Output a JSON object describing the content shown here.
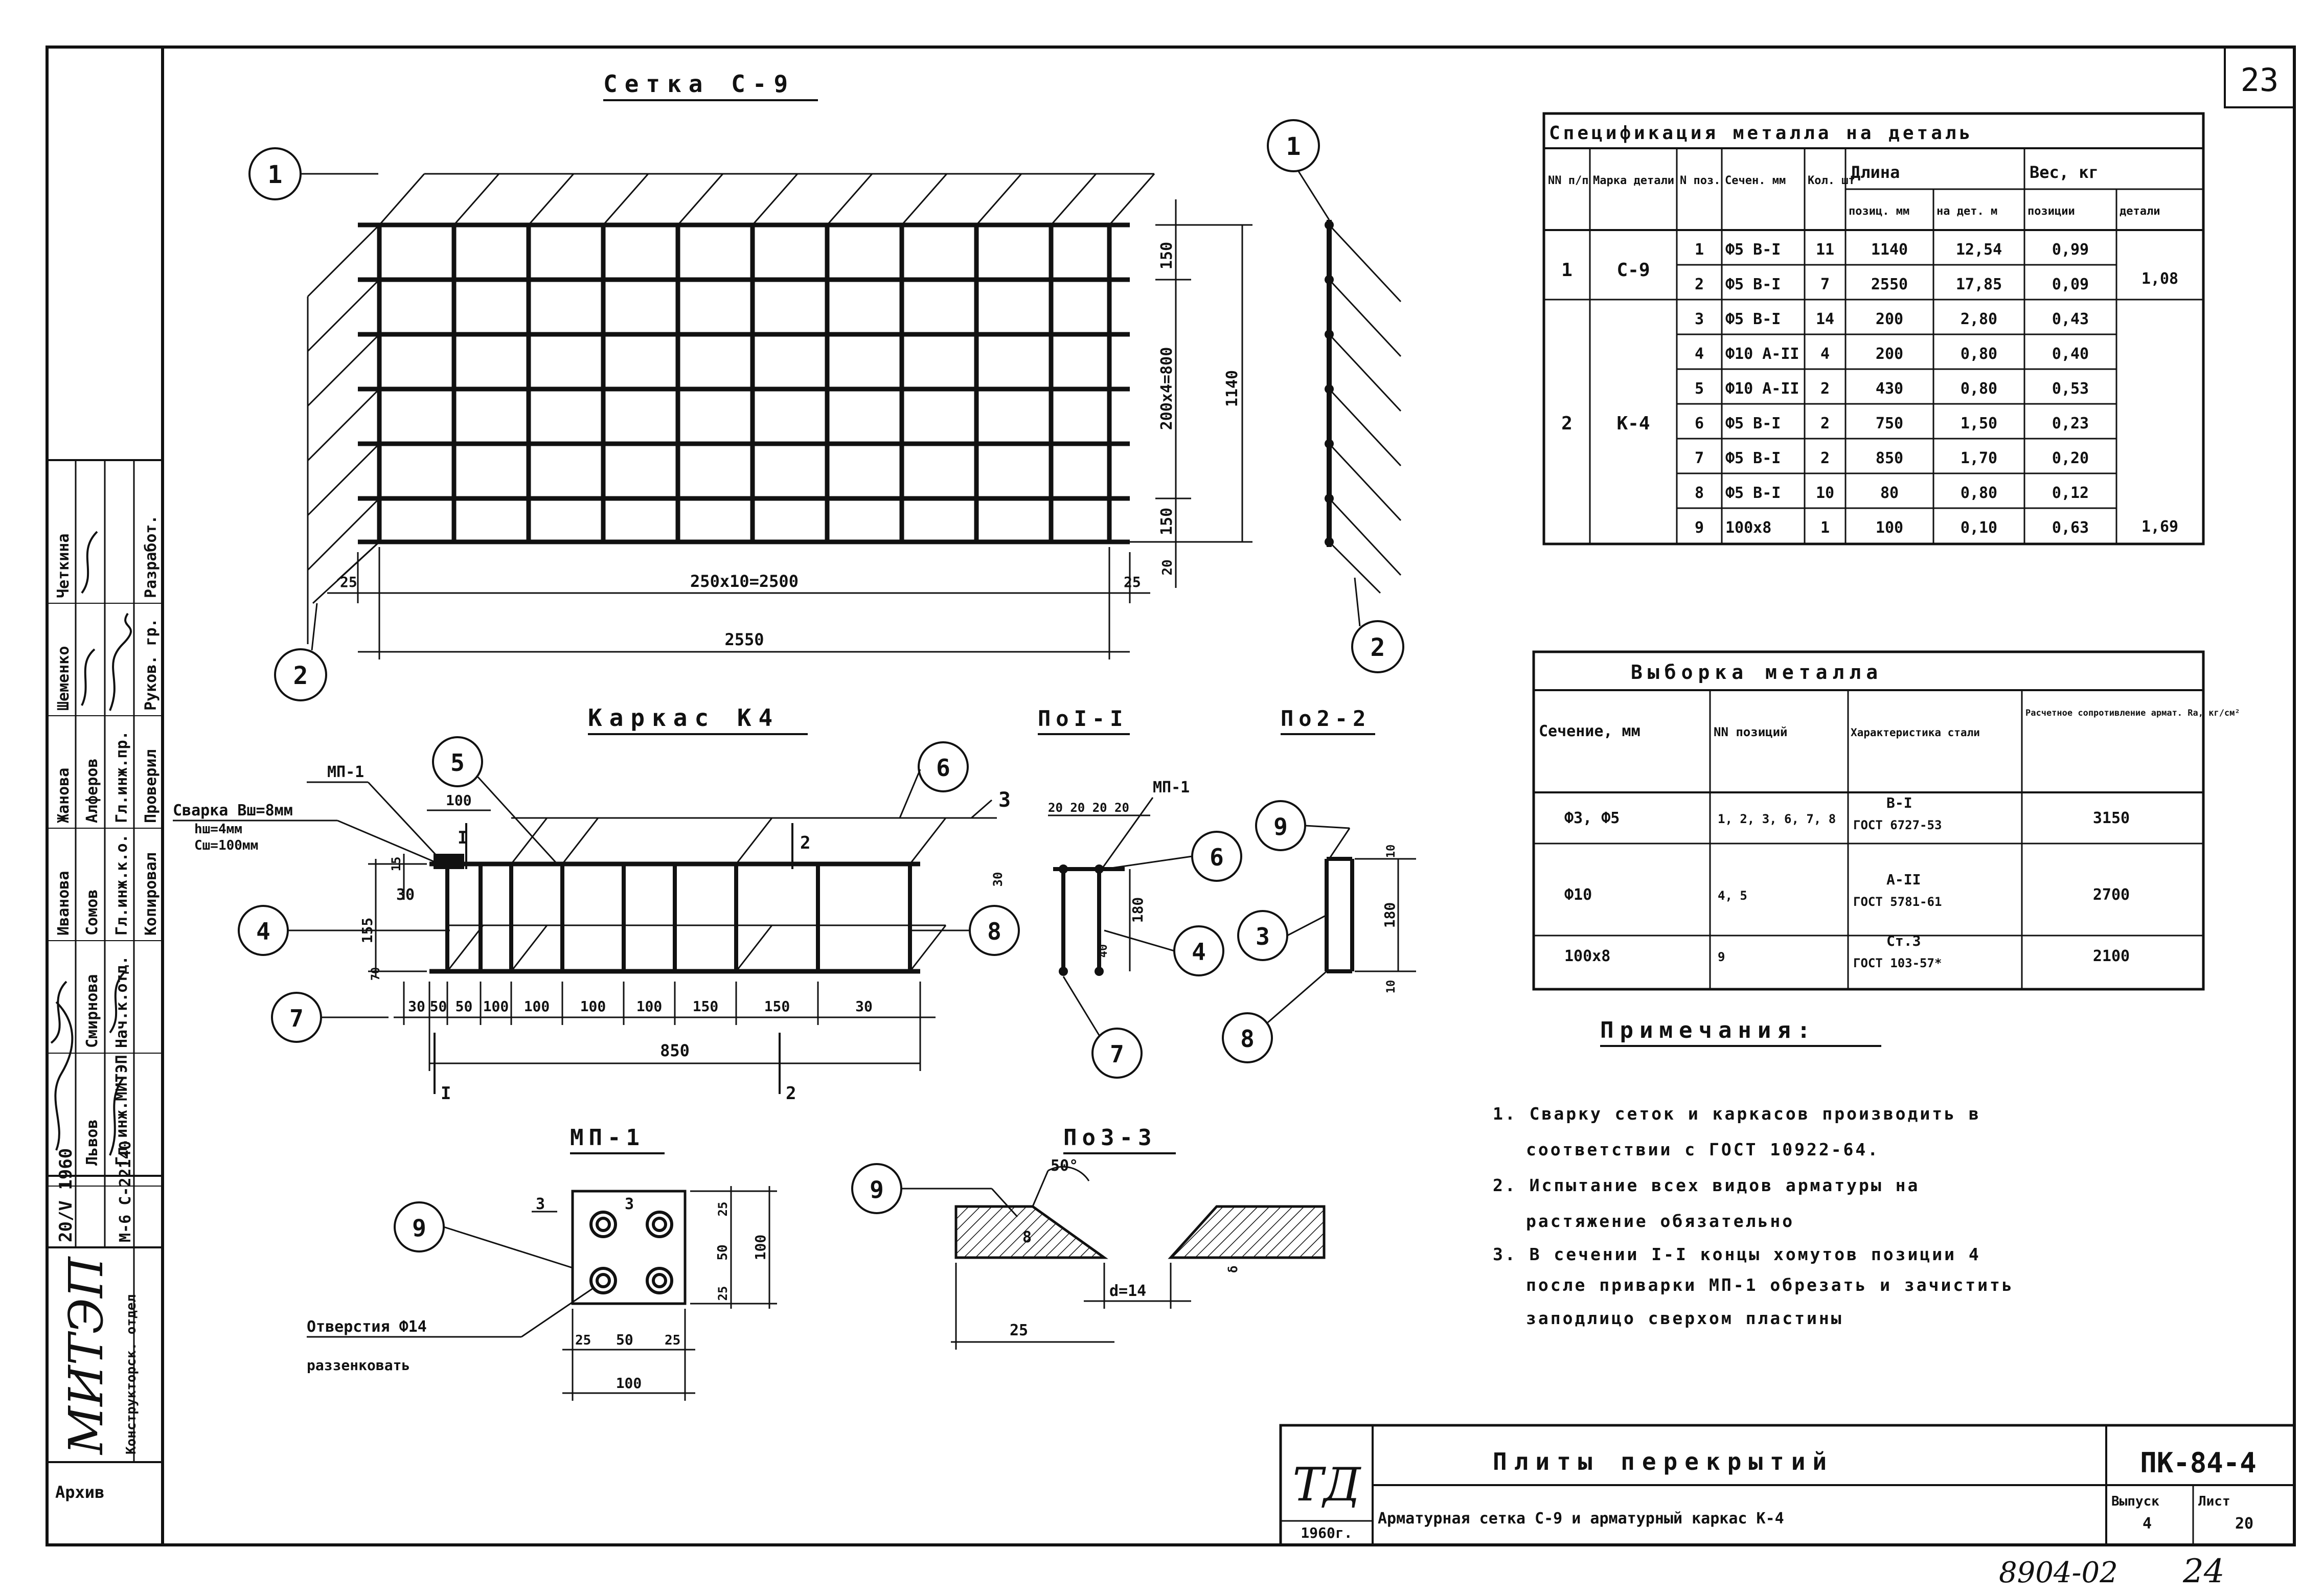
{
  "sheet_number": "23",
  "footer_code": "8904-02",
  "footer_page": "24",
  "titles": {
    "mesh": "Сетка С-9",
    "frame": "Каркас К4",
    "sec1": "ПоI-I",
    "sec2": "По2-2",
    "plate": "МП-1",
    "sec3": "По3-3",
    "notes": "Примечания:"
  },
  "callouts": [
    "1",
    "2",
    "3",
    "4",
    "5",
    "6",
    "7",
    "8",
    "9"
  ],
  "mesh_dims": {
    "top": "150",
    "vertical": "200x4=800",
    "height": "1140",
    "bottom": "150",
    "bottom_small": "20",
    "span": "250x10=2500",
    "total": "2550",
    "end_left": "25",
    "end_right": "25"
  },
  "frame_dims": {
    "plate_label": "МП-1",
    "weld_1": "Сварка Вш=8мм",
    "weld_2": "hш=4мм",
    "weld_3": "Сш=100мм",
    "top_dims": "100",
    "h_total": "155",
    "h_1": "15",
    "h_2": "30",
    "h_3": "70",
    "segments": [
      "30",
      "50",
      "50",
      "100",
      "100",
      "100",
      "100",
      "150",
      "150",
      "30"
    ],
    "total": "850",
    "cut": "I",
    "cut2": "2"
  },
  "sec1_dims": {
    "top": "20 20 20 20",
    "plate": "МП-1",
    "h": "180",
    "sides": "40",
    "left": "30"
  },
  "sec2_dims": {
    "h": "180",
    "t1": "10",
    "t2": "10"
  },
  "plate_dims": {
    "holes_note": "3",
    "sizes": [
      "25",
      "50",
      "25"
    ],
    "total": "100",
    "v": [
      "25",
      "50",
      "25"
    ],
    "vtotal": "100",
    "hole_text_1": "Отверстия Ф14",
    "hole_text_2": "раззенковать"
  },
  "sec3_dims": {
    "angle": "50°",
    "t": "8",
    "d": "d=14",
    "len": "25",
    "t2": "δ"
  },
  "spec_table": {
    "title": "Спецификация металла на деталь",
    "headers": {
      "nn": "NN п/п",
      "mark": "Марка детали",
      "pos": "N поз.",
      "section": "Сечен. мм",
      "qty": "Кол. шт",
      "length": "Длина",
      "length_pos": "позиц. мм",
      "length_det": "на дет. м",
      "weight": "Вес, кг",
      "weight_pos": "позиции",
      "weight_det": "детали"
    },
    "rows": [
      {
        "nn": "1",
        "mark": "С-9",
        "pos": "1",
        "section": "Ф5 В-I",
        "qty": "11",
        "lpos": "1140",
        "ldet": "12,54",
        "wpos": "0,99",
        "wdet": ""
      },
      {
        "nn": "",
        "mark": "",
        "pos": "2",
        "section": "Ф5 В-I",
        "qty": "7",
        "lpos": "2550",
        "ldet": "17,85",
        "wpos": "0,09",
        "wdet": "1,08"
      },
      {
        "nn": "",
        "mark": "",
        "pos": "3",
        "section": "Ф5 В-I",
        "qty": "14",
        "lpos": "200",
        "ldet": "2,80",
        "wpos": "0,43",
        "wdet": ""
      },
      {
        "nn": "",
        "mark": "",
        "pos": "4",
        "section": "Ф10 А-II",
        "qty": "4",
        "lpos": "200",
        "ldet": "0,80",
        "wpos": "0,40",
        "wdet": ""
      },
      {
        "nn": "",
        "mark": "",
        "pos": "5",
        "section": "Ф10 А-II",
        "qty": "2",
        "lpos": "430",
        "ldet": "0,80",
        "wpos": "0,53",
        "wdet": ""
      },
      {
        "nn": "2",
        "mark": "К-4",
        "pos": "6",
        "section": "Ф5 В-I",
        "qty": "2",
        "lpos": "750",
        "ldet": "1,50",
        "wpos": "0,23",
        "wdet": ""
      },
      {
        "nn": "",
        "mark": "",
        "pos": "7",
        "section": "Ф5 В-I",
        "qty": "2",
        "lpos": "850",
        "ldet": "1,70",
        "wpos": "0,20",
        "wdet": ""
      },
      {
        "nn": "",
        "mark": "",
        "pos": "8",
        "section": "Ф5 В-I",
        "qty": "10",
        "lpos": "80",
        "ldet": "0,80",
        "wpos": "0,12",
        "wdet": ""
      },
      {
        "nn": "",
        "mark": "",
        "pos": "9",
        "section": "100х8",
        "qty": "1",
        "lpos": "100",
        "ldet": "0,10",
        "wpos": "0,63",
        "wdet": "1,69"
      }
    ]
  },
  "selection_table": {
    "title": "Выборка металла",
    "headers": {
      "section": "Сечение, мм",
      "positions": "NN позиций",
      "char": "Характеристика стали",
      "resist": "Расчетное сопротивление армат. Ra, кг/см²"
    },
    "rows": [
      {
        "section": "Ф3, Ф5",
        "positions": "1, 2, 3, 6, 7, 8",
        "char_1": "В-I",
        "char_2": "ГОСТ 6727-53",
        "resist": "3150"
      },
      {
        "section": "Ф10",
        "positions": "4, 5",
        "char_1": "А-II",
        "char_2": "ГОСТ 5781-61",
        "resist": "2700"
      },
      {
        "section": "100х8",
        "positions": "9",
        "char_1": "Ст.3",
        "char_2": "ГОСТ 103-57*",
        "resist": "2100"
      }
    ]
  },
  "notes": [
    "1. Сварку сеток и каркасов производить в",
    "соответствии с ГОСТ 10922-64.",
    "2. Испытание всех видов арматуры на",
    "растяжение обязательно",
    "3. В сечении I-I концы хомутов позиции 4",
    "после приварки МП-1 обрезать и зачистить",
    "заподлицо сверхом пластины"
  ],
  "title_block": {
    "org": "ТД",
    "year": "1960г.",
    "name": "Плиты перекрытий",
    "code": "ПК-84-4",
    "desc": "Арматурная сетка С-9 и арматурный каркас К-4",
    "issue_label": "Выпуск",
    "issue": "4",
    "sheet_label": "Лист",
    "sheet": "20"
  },
  "side_stamp": {
    "org": "МИТЭП",
    "dept": "Конструкторск. отдел",
    "archive": "Архив",
    "date": "20/V 1960",
    "code": "М-6 С-22140",
    "roles": [
      "Гл.инж.МИТЭП",
      "Нач.к.отд.",
      "Гл.инж.к.о.",
      "Гл.инж.пр.",
      "Руков. гр.",
      "Разработ.",
      "Проверил",
      "Копировал"
    ],
    "names": [
      "Львов",
      "Смирнова",
      "Сомов",
      "Алферов",
      "Шеменко",
      "Четкина",
      "Жанова",
      "Иванова"
    ]
  }
}
